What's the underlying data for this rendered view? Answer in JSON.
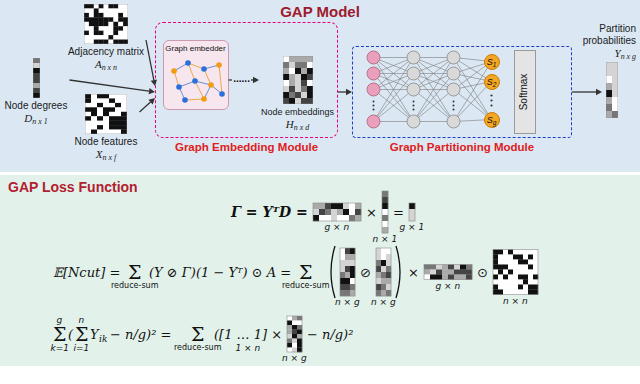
{
  "diagram": {
    "nodes": [
      {
        "text": [
          "GAP Model"
        ]
      },
      {
        "text": [
          "Adjacency matrix",
          "An x n"
        ],
        "in": 0
      },
      {
        "text": [
          "Node degrees",
          "Dn x 1"
        ],
        "in": 0
      },
      {
        "text": [
          "Node features",
          "Xn x f"
        ],
        "in": 0
      },
      {
        "text": [
          "Graph Embedding Module"
        ],
        "in": 0
      },
      {
        "text": [
          "Graph embedder"
        ],
        "in": 4
      },
      {
        "text": [
          "Node embeddings",
          "Hn x d"
        ],
        "in": 4
      },
      {
        "text": [
          "Graph Partitioning Module"
        ],
        "in": 0
      },
      {
        "text": [
          "Softmax"
        ],
        "in": 7
      },
      {
        "text": [
          "S1"
        ],
        "in": 7
      },
      {
        "text": [
          "S2"
        ],
        "in": 7
      },
      {
        "text": [
          "Sg"
        ],
        "in": 7
      },
      {
        "text": [
          "Partition probabilities",
          "Yn x g"
        ],
        "in": 0
      },
      {
        "text": [
          "GAP Loss Function"
        ]
      }
    ],
    "edges": [
      {
        "from": 1,
        "to": 4,
        "arrow": "to"
      },
      {
        "from": 2,
        "to": 4,
        "arrow": "to"
      },
      {
        "from": 3,
        "to": 4,
        "arrow": "to"
      },
      {
        "from": 5,
        "to": 6,
        "arrow": "to",
        "label": "......"
      },
      {
        "from": 4,
        "to": 7,
        "arrow": "to"
      },
      {
        "from": 7,
        "to": 12,
        "arrow": "to"
      }
    ],
    "labels": [
      "Γ = YᵀD =",
      "×",
      "=",
      "g × n",
      "n × 1",
      "g × 1",
      "𝔼[Ncut] =",
      "Σ",
      "reduce-sum",
      "(Y ⊘ Γ)(1 − Yᵀ) ⊙ A =",
      "Σ",
      "reduce-sum",
      "⊘",
      "×",
      "⊙",
      "n × g",
      "n × g",
      "g × n",
      "n × n",
      "Σ",
      "g",
      "k=1",
      "(",
      "Σ",
      "n",
      "i=1",
      "Y",
      "ik",
      "− n/g)² =",
      "Σ",
      "reduce-sum",
      "([1 … 1] ×",
      "− n/g)²",
      "1 × n",
      "n × g"
    ]
  }
}
